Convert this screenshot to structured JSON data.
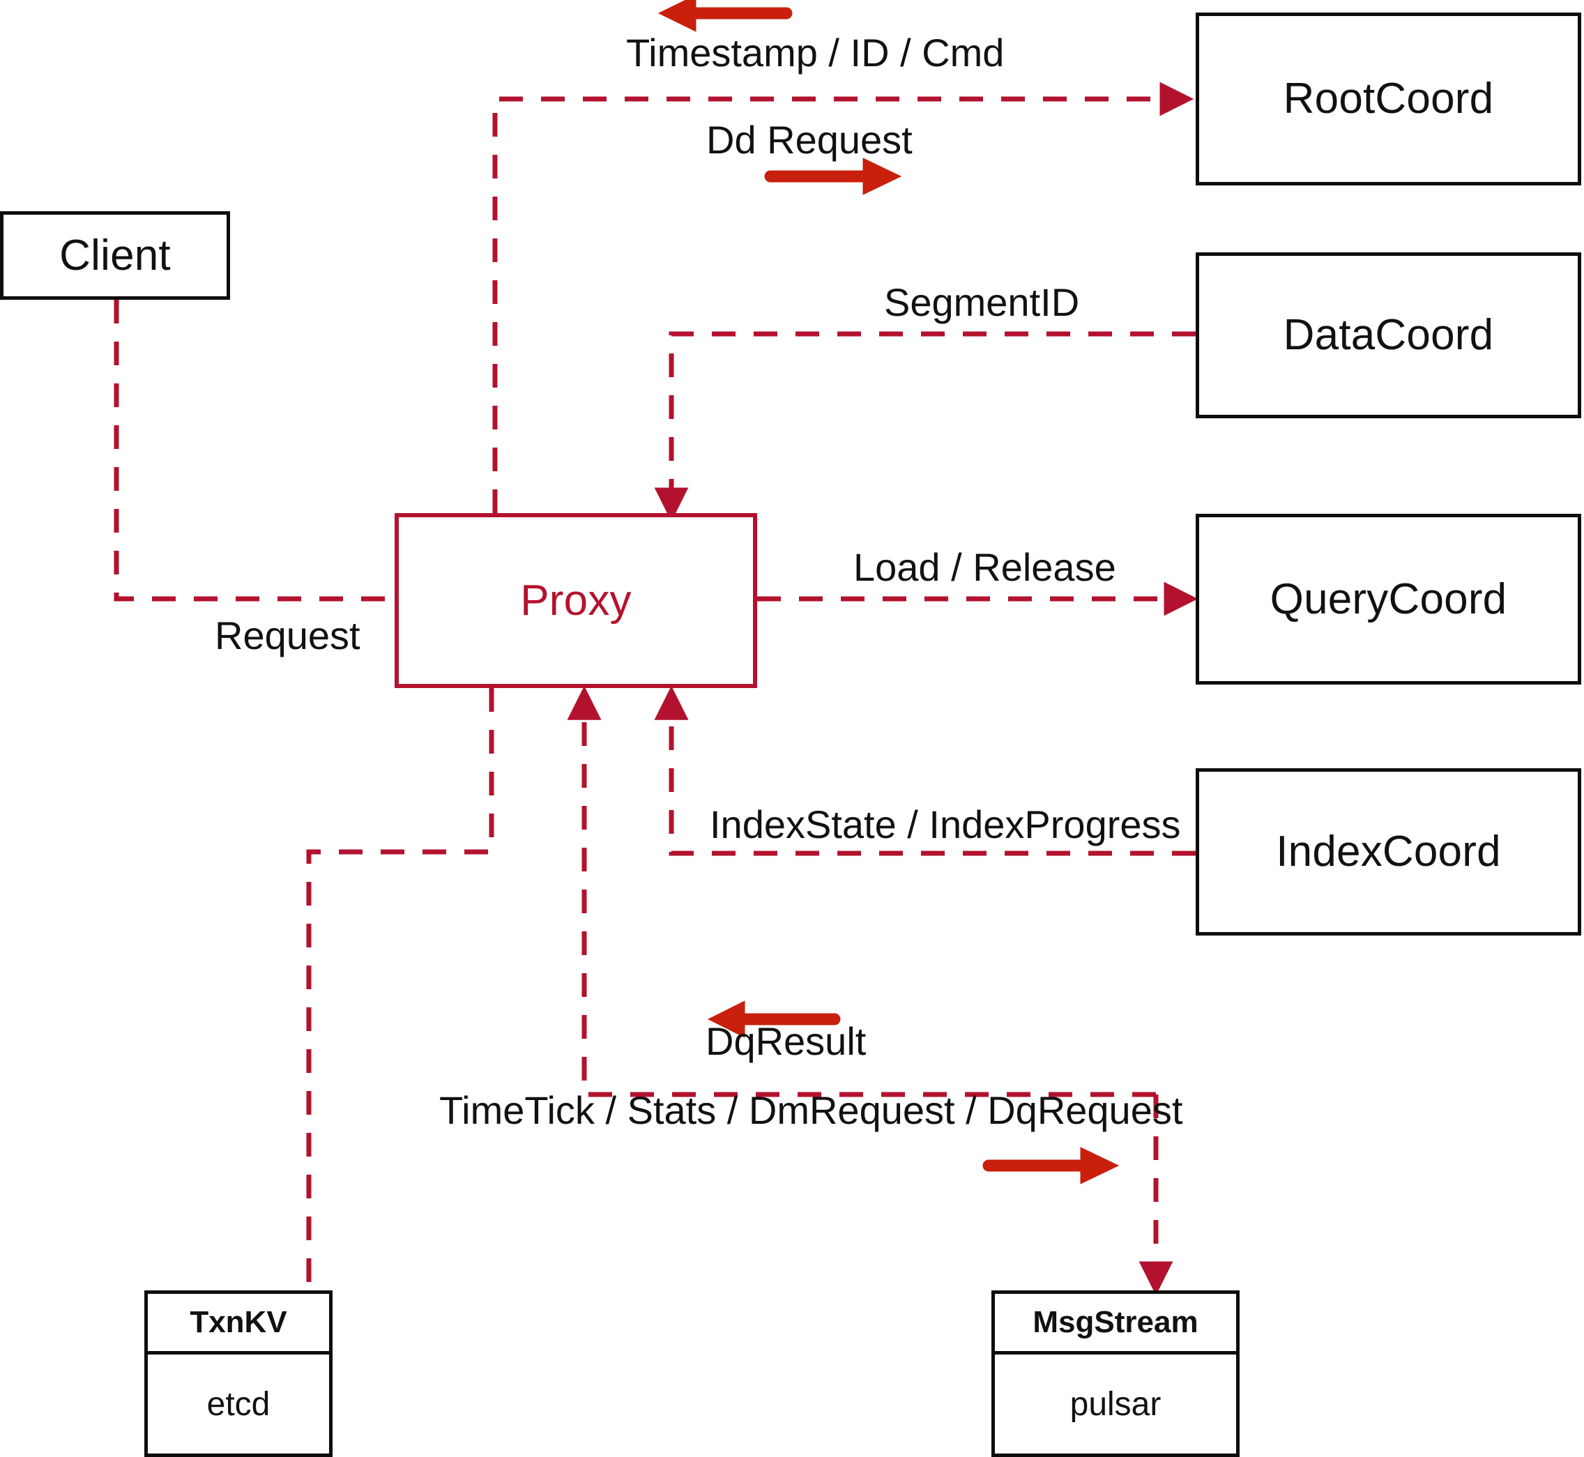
{
  "diagram": {
    "title": "Proxy interaction diagram",
    "colors": {
      "dashed_line": "#B3122E",
      "solid_arrow": "#C8200D",
      "node_border": "#0d0d0d",
      "proxy_border": "#B3122E",
      "proxy_text": "#B3122E",
      "background": "#ffffff"
    },
    "nodes": [
      {
        "id": "client",
        "label": "Client",
        "style": "black"
      },
      {
        "id": "proxy",
        "label": "Proxy",
        "style": "red"
      },
      {
        "id": "rootcoord",
        "label": "RootCoord",
        "style": "black"
      },
      {
        "id": "datacoord",
        "label": "DataCoord",
        "style": "black"
      },
      {
        "id": "querycoord",
        "label": "QueryCoord",
        "style": "black"
      },
      {
        "id": "indexcoord",
        "label": "IndexCoord",
        "style": "black"
      }
    ],
    "stores": [
      {
        "id": "txnkv",
        "header": "TxnKV",
        "body": "etcd"
      },
      {
        "id": "msgstream",
        "header": "MsgStream",
        "body": "pulsar"
      }
    ],
    "edge_labels": [
      {
        "id": "timestamp-id-cmd",
        "text": "Timestamp / ID / Cmd"
      },
      {
        "id": "dd-request",
        "text": "Dd Request"
      },
      {
        "id": "segmentid",
        "text": "SegmentID"
      },
      {
        "id": "load-release",
        "text": "Load / Release"
      },
      {
        "id": "indexstate",
        "text": "IndexState / IndexProgress"
      },
      {
        "id": "request",
        "text": "Request"
      },
      {
        "id": "dqresult",
        "text": "DqResult"
      },
      {
        "id": "timetick",
        "text": "TimeTick / Stats / DmRequest / DqRequest"
      }
    ]
  }
}
